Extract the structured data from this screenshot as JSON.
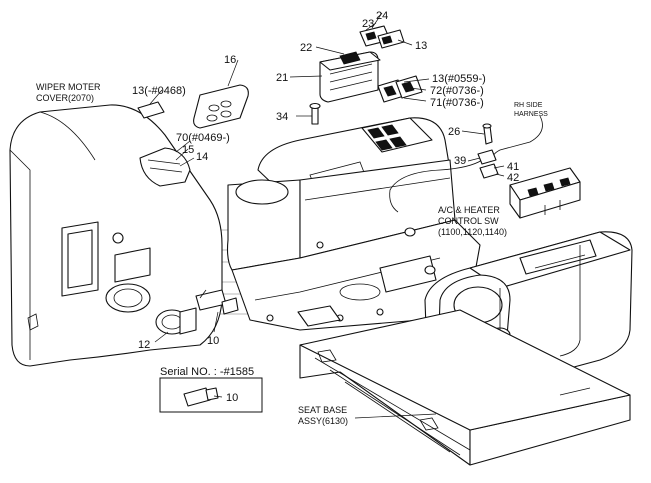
{
  "labels": {
    "p24": "24",
    "p23": "23",
    "p13_top": "13",
    "p22": "22",
    "p16": "16",
    "p21": "21",
    "p13_0559": "13(#0559-)",
    "p72": "72(#0736-)",
    "p71": "71(#0736-)",
    "p34": "34",
    "p13_0468": "13(-#0468)",
    "wiper_line1": "WIPER MOTER",
    "wiper_line2": "COVER(2070)",
    "p70": "70(#0469-)",
    "p15": "15",
    "p14": "14",
    "rh_line1": "RH SIDE",
    "rh_line2": "HARNESS",
    "p26": "26",
    "p39": "39",
    "p41": "41",
    "p42": "42",
    "ac_line1": "A/C & HEATER",
    "ac_line2": "CONTROL SW",
    "ac_line3": "(1100,1120,1140)",
    "p10": "10",
    "p12": "12",
    "serial": "Serial NO. : -#1585",
    "p10_box": "10",
    "seat_line1": "SEAT BASE",
    "seat_line2": "ASSY(6130)"
  }
}
